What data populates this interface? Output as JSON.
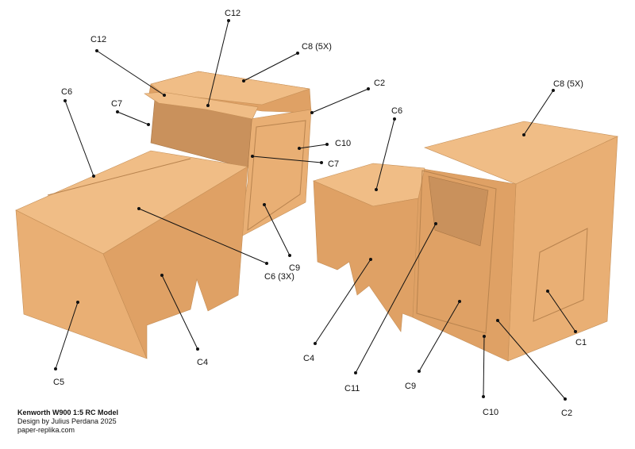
{
  "diagram_title": "Kenworth W900 1:5 RC Model",
  "credit": "Design by Julius Perdana 2025",
  "website": "paper-replika.com",
  "labels_left": {
    "c12_top": "C12",
    "c12_left": "C12",
    "c8": "C8 (5X)",
    "c2": "C2",
    "c6": "C6",
    "c7_left": "C7",
    "c10": "C10",
    "c7_right": "C7",
    "c6_3x": "C6 (3X)",
    "c9": "C9",
    "c5": "C5",
    "c4": "C4"
  },
  "labels_right": {
    "c8": "C8 (5X)",
    "c6": "C6",
    "c4": "C4",
    "c11": "C11",
    "c9": "C9",
    "c10": "C10",
    "c2": "C2",
    "c1": "C1"
  }
}
